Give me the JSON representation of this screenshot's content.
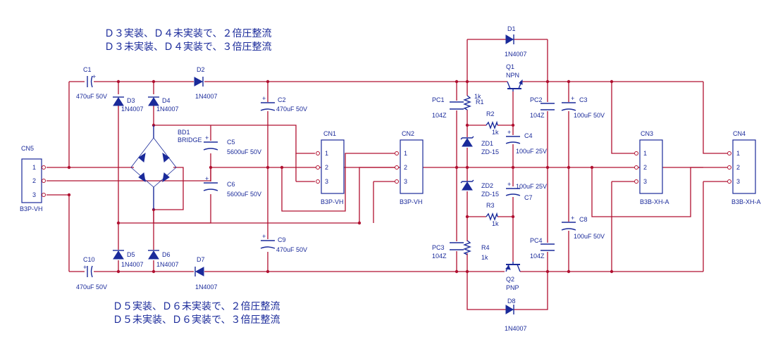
{
  "notes": [
    "Ｄ３実装、Ｄ４未実装で、２倍圧整流",
    "Ｄ３未実装、Ｄ４実装で、３倍圧整流",
    "Ｄ５実装、Ｄ６未実装で、２倍圧整流",
    "Ｄ５未実装、Ｄ６実装で、３倍圧整流"
  ],
  "connectors": {
    "cn5": {
      "name": "CN5",
      "type": "B3P-VH",
      "pins": [
        "1",
        "2",
        "3"
      ]
    },
    "cn1": {
      "name": "CN1",
      "type": "B3P-VH",
      "pins": [
        "1",
        "2",
        "3"
      ]
    },
    "cn2": {
      "name": "CN2",
      "type": "B3P-VH",
      "pins": [
        "1",
        "2",
        "3"
      ]
    },
    "cn3": {
      "name": "CN3",
      "type": "B3B-XH-A",
      "pins": [
        "1",
        "2",
        "3"
      ]
    },
    "cn4": {
      "name": "CN4",
      "type": "B3B-XH-A",
      "pins": [
        "1",
        "2",
        "3"
      ]
    }
  },
  "parts": {
    "c1": {
      "ref": "C1",
      "value": "470uF 50V",
      "pol": "+"
    },
    "c10": {
      "ref": "C10",
      "value": "470uF 50V",
      "pol": "+"
    },
    "d2": {
      "ref": "D2",
      "value": "1N4007"
    },
    "d3": {
      "ref": "D3",
      "value": "1N4007"
    },
    "d4": {
      "ref": "D4",
      "value": "1N4007"
    },
    "d5": {
      "ref": "D5",
      "value": "1N4007"
    },
    "d6": {
      "ref": "D6",
      "value": "1N4007"
    },
    "d7": {
      "ref": "D7",
      "value": "1N4007"
    },
    "bd1": {
      "ref": "BD1",
      "value": "BRIDGE"
    },
    "c2": {
      "ref": "C2",
      "value": "470uF 50V"
    },
    "c9": {
      "ref": "C9",
      "value": "470uF 50V"
    },
    "c5": {
      "ref": "C5",
      "value": "5600uF 50V"
    },
    "c6": {
      "ref": "C6",
      "value": "5600uF 50V"
    },
    "pc1": {
      "ref": "PC1",
      "value": "104Z"
    },
    "pc3": {
      "ref": "PC3",
      "value": "104Z"
    },
    "r1": {
      "ref": "R1",
      "value": "1k"
    },
    "r4": {
      "ref": "R4",
      "value": "1k"
    },
    "r2": {
      "ref": "R2",
      "value": "1k"
    },
    "r3": {
      "ref": "R3",
      "value": "1k"
    },
    "zd1": {
      "ref": "ZD1",
      "value": "ZD-15"
    },
    "zd2": {
      "ref": "ZD2",
      "value": "ZD-15"
    },
    "c4": {
      "ref": "C4",
      "value": "100uF 25V"
    },
    "c7": {
      "ref": "C7",
      "value": "100uF 25V"
    },
    "d1": {
      "ref": "D1",
      "value": "1N4007"
    },
    "d8": {
      "ref": "D8",
      "value": "1N4007"
    },
    "q1": {
      "ref": "Q1",
      "value": "NPN"
    },
    "q2": {
      "ref": "Q2",
      "value": "PNP"
    },
    "pc2": {
      "ref": "PC2",
      "value": "104Z"
    },
    "pc4": {
      "ref": "PC4",
      "value": "104Z"
    },
    "c3": {
      "ref": "C3",
      "value": "100uF 50V"
    },
    "c8": {
      "ref": "C8",
      "value": "100uF 50V"
    }
  },
  "colors": {
    "wire": "#b01030",
    "part": "#1a2a9a",
    "background": "#ffffff"
  }
}
